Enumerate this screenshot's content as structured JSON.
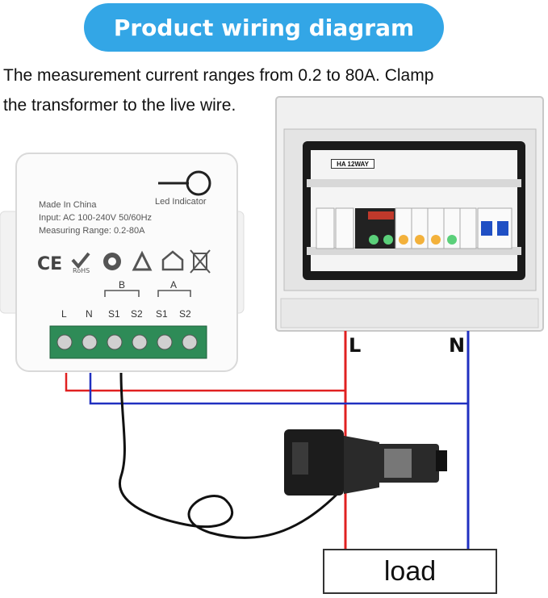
{
  "header": {
    "title": "Product wiring diagram"
  },
  "description": {
    "line1": "The measurement current ranges from 0.2 to 80A. Clamp",
    "line2": "the transformer to the live wire."
  },
  "module": {
    "made_in": "Made In China",
    "input": "Input: AC 100-240V 50/60Hz",
    "range": "Measuring Range: 0.2-80A",
    "led_label": "Led Indicator",
    "group_b": "B",
    "group_a": "A",
    "terminals": [
      "L",
      "N",
      "S1",
      "S2",
      "S1",
      "S2"
    ]
  },
  "panel": {
    "label": "HA 12WAY"
  },
  "wires": {
    "live": "L",
    "neutral": "N"
  },
  "load": {
    "label": "load"
  },
  "colors": {
    "banner": "#33a6e6",
    "live_wire": "#e02020",
    "neutral_wire": "#2030c0",
    "terminal": "#2e8b57"
  }
}
